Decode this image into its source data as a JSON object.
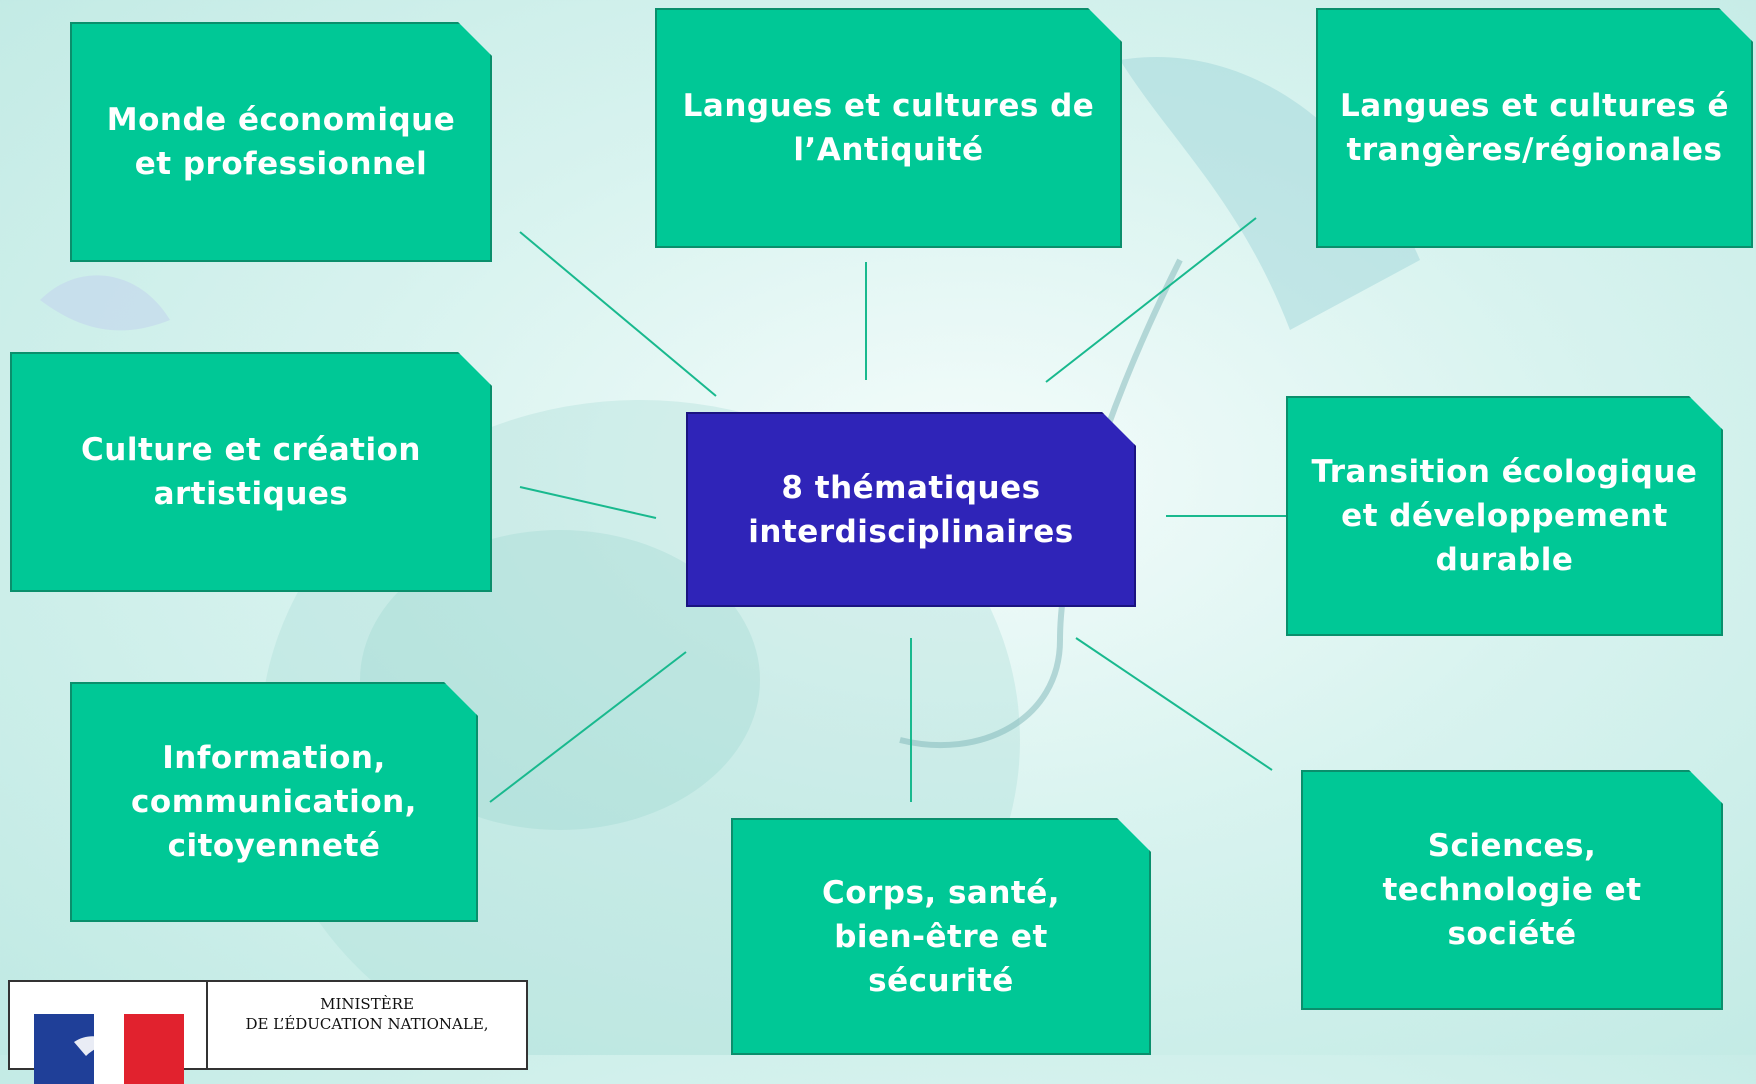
{
  "diagram": {
    "center": {
      "label": "8 thématiques interdisciplinaires"
    },
    "themes": [
      "Monde économique et professionnel",
      "Langues et cultures de l’Antiquité",
      "Langues et cultures étrangères/régionales",
      "Culture et création artistiques",
      "Transition écologique et développement durable",
      "Information, communication, citoyenneté",
      "Corps, santé, bien-être et sécurité",
      "Sciences, technologie et société"
    ],
    "colors": {
      "theme_fill": "#00c896",
      "center_fill": "#2f24b8",
      "connector": "#19b98e"
    }
  },
  "logo": {
    "ministry_line1": "MINISTÈRE",
    "ministry_line2": "DE L’ÉDUCATION NATIONALE,"
  }
}
